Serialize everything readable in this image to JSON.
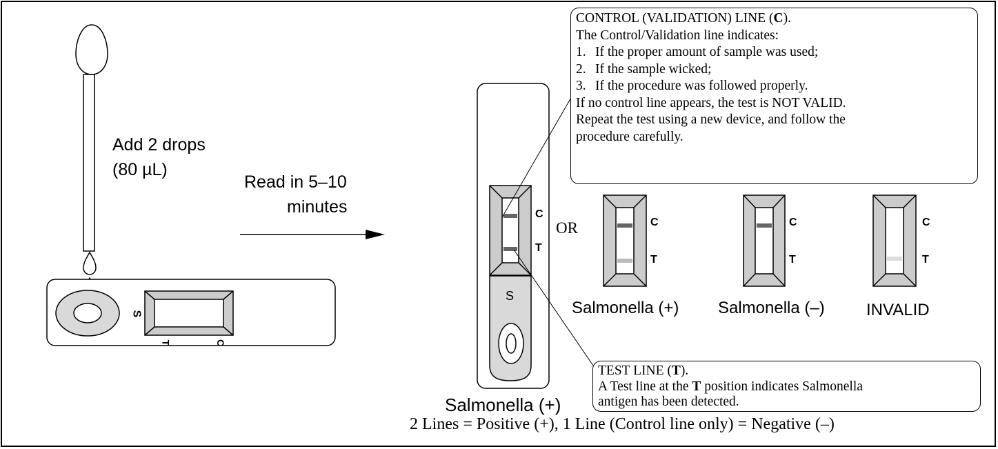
{
  "step_text": {
    "drops": "Add 2 drops",
    "volume": "(80 µL)",
    "read_line1": "Read in 5–10",
    "read_line2": "minutes"
  },
  "cassette_labels": {
    "S": "S",
    "C": "C",
    "T": "T"
  },
  "or_label": "OR",
  "results": {
    "main": "Salmonella (+)",
    "positive": "Salmonella (+)",
    "negative": "Salmonella (–)",
    "invalid": "INVALID"
  },
  "control_box": {
    "title_pre": "CONTROL (VALIDATION) LINE (",
    "title_bold": "C",
    "title_post": ").",
    "intro": "The Control/Validation line indicates:",
    "items": [
      {
        "num": "1.",
        "text": "If the proper amount of sample was used;"
      },
      {
        "num": "2.",
        "text": "If the sample wicked;"
      },
      {
        "num": "3.",
        "text": "If the procedure was followed properly."
      }
    ],
    "note1": "If no control line appears, the test is NOT VALID.",
    "note2": "Repeat the test using a new device, and follow the",
    "note3": "procedure carefully."
  },
  "test_box": {
    "title_pre": "TEST LINE (",
    "title_bold": "T",
    "title_post": ").",
    "line1_pre": "A Test line at the ",
    "line1_bold": "T",
    "line1_post": " position indicates Salmonella",
    "line2": "antigen has been detected."
  },
  "footer": "2 Lines = Positive (+), 1 Line (Control line only) = Negative (–)",
  "colors": {
    "frame_gray": "#cccccc",
    "line_dark": "#666666",
    "line_mid": "#bbbbbb",
    "line_faint": "#dddddd"
  }
}
